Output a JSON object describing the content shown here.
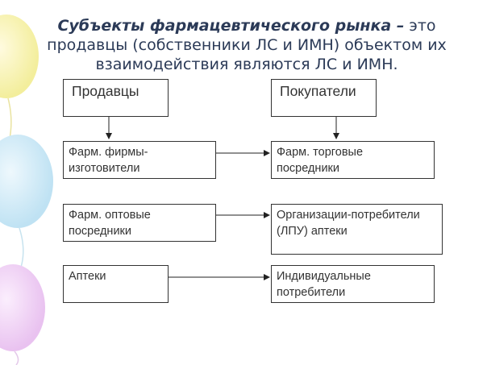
{
  "title": {
    "emphasis": "Субъекты фармацевтического рынка –",
    "rest": " это продавцы (собственники ЛС и ИМН) объектом их взаимодействия являются ЛС и ИМН."
  },
  "diagram": {
    "sellers_header": "Продавцы",
    "buyers_header": "Покупатели",
    "sellers": [
      "Фарм. фирмы-изготовители",
      "Фарм. оптовые посредники",
      "Аптеки"
    ],
    "buyers": [
      "Фарм. торговые посредники",
      "Организации-потребители (ЛПУ) аптеки",
      "Индивидуальные потребители"
    ]
  }
}
